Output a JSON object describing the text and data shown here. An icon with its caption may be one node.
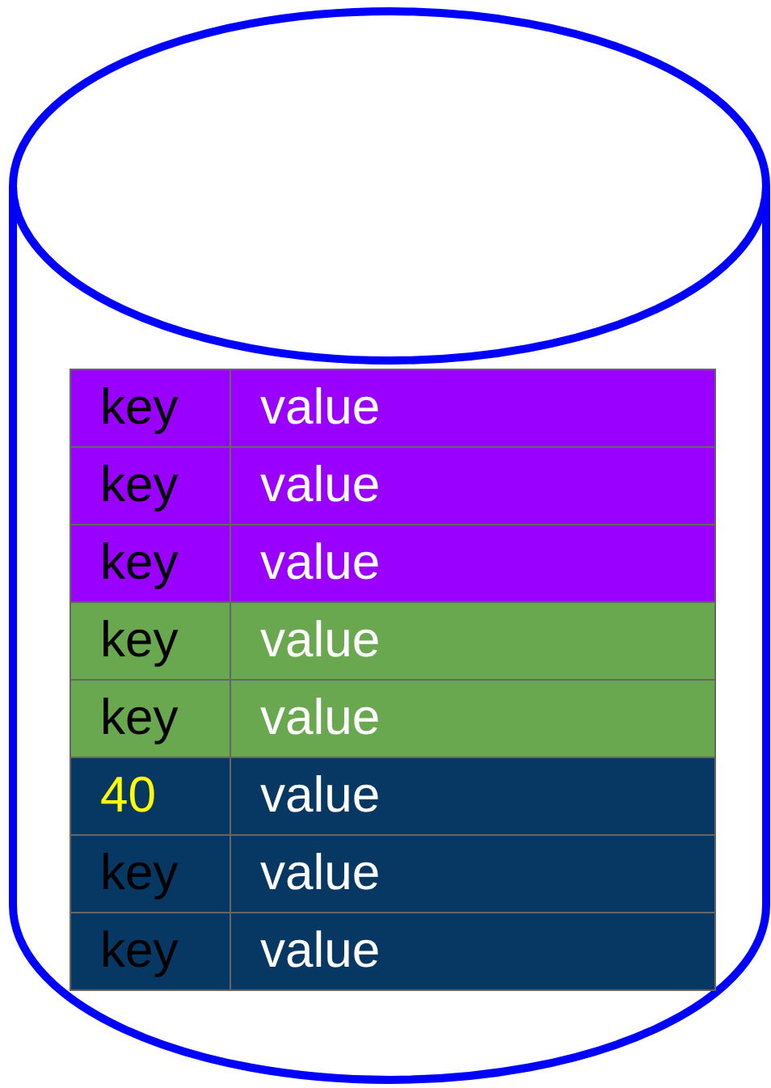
{
  "diagram": {
    "nodes": [
      {
        "text": [],
        "shape": "cylinder"
      }
    ],
    "labels": [
      "key",
      "value",
      "key",
      "value",
      "key",
      "value",
      "key",
      "value",
      "key",
      "value",
      "40",
      "value",
      "key",
      "value",
      "key",
      "value"
    ]
  }
}
